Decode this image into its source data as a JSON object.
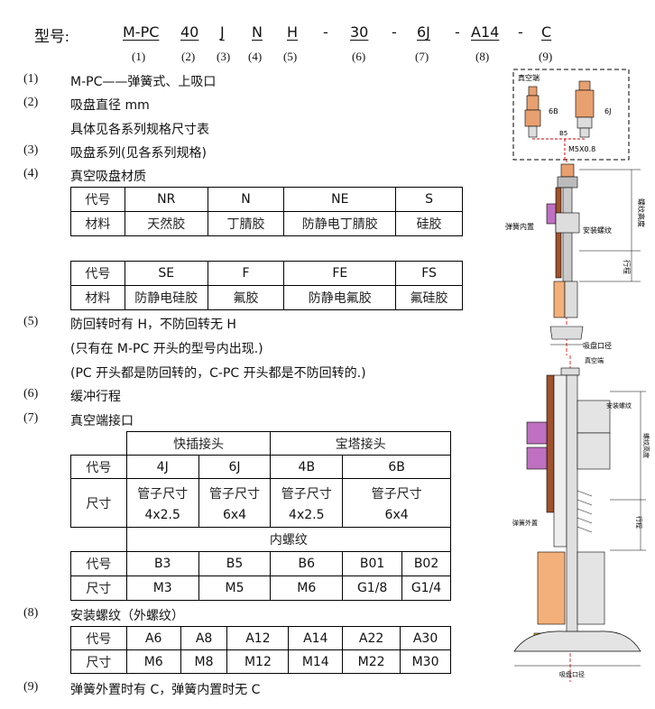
{
  "model": {
    "label": "型号:",
    "codes": [
      "M-PC",
      "40",
      "J",
      "N",
      "H",
      "-",
      "30",
      "-",
      "6J",
      "-",
      "A14",
      "-",
      "C"
    ],
    "indices": [
      "(1)",
      "(2)",
      "(3)",
      "(4)",
      "(5)",
      "(6)",
      "(7)",
      "(8)",
      "(9)"
    ]
  },
  "items": {
    "i1": {
      "num": "(1)",
      "text": "M-PC——弹簧式、上吸口"
    },
    "i2": {
      "num": "(2)",
      "text": "吸盘直径 mm",
      "sub": "具体见各系列规格尺寸表"
    },
    "i3": {
      "num": "(3)",
      "text": "吸盘系列(见各系列规格)"
    },
    "i4": {
      "num": "(4)",
      "text": "真空吸盘材质"
    },
    "i5": {
      "num": "(5)",
      "text": "防回转时有 H，不防回转无 H",
      "sub1": "(只有在 M-PC 开头的型号内出现.)",
      "sub2": "(PC 开头都是防回转的，C-PC 开头都是不防回转的.)"
    },
    "i6": {
      "num": "(6)",
      "text": "缓冲行程"
    },
    "i7": {
      "num": "(7)",
      "text": "真空端接口"
    },
    "i8": {
      "num": "(8)",
      "text": "安装螺纹（外螺纹）"
    },
    "i9": {
      "num": "(9)",
      "text": "弹簧外置时有 C，弹簧内置时无 C"
    }
  },
  "mat1": {
    "h0": "代号",
    "h1": "NR",
    "h2": "N",
    "h3": "NE",
    "h4": "S",
    "r0": "材料",
    "r1": "天然胶",
    "r2": "丁腈胶",
    "r3": "防静电丁腈胶",
    "r4": "硅胶"
  },
  "mat2": {
    "h0": "代号",
    "h1": "SE",
    "h2": "F",
    "h3": "FE",
    "h4": "FS",
    "r0": "材料",
    "r1": "防静电硅胶",
    "r2": "氟胶",
    "r3": "防静电氟胶",
    "r4": "氟硅胶"
  },
  "port": {
    "quick": "快插接头",
    "barb": "宝塔接头",
    "code": "代号",
    "size": "尺寸",
    "c1": "4J",
    "c2": "6J",
    "c3": "4B",
    "c4": "6B",
    "tube": "管子尺寸",
    "s1": "4x2.5",
    "s2": "6x4",
    "s3": "4x2.5",
    "s4": "6x4",
    "inner": "内螺纹",
    "t1": "B3",
    "t2": "B5",
    "t3": "B6",
    "t4": "B01",
    "t5": "B02",
    "u1": "M3",
    "u2": "M5",
    "u3": "M6",
    "u4": "G1/8",
    "u5": "G1/4"
  },
  "thread": {
    "code": "代号",
    "size": "尺寸",
    "c": [
      "A6",
      "A8",
      "A12",
      "A14",
      "A22",
      "A30"
    ],
    "s": [
      "M6",
      "M8",
      "M12",
      "M14",
      "M22",
      "M30"
    ]
  },
  "diagram": {
    "vac_port": "真空端",
    "b5": "B5",
    "m5": "M5X0.8",
    "c6b": "6B",
    "c6j": "6J",
    "spring_in": "弹簧内置",
    "mount_thread": "安装螺纹",
    "thread_h": "螺纹高度",
    "stroke": "行程",
    "cup_d": "吸盘口径",
    "vac_port2": "真空端",
    "mount_thread2": "安装螺纹",
    "thread_h2": "螺纹高度",
    "spring_out": "弹簧外置",
    "stroke2": "行程",
    "cup_d2": "吸盘口径"
  }
}
